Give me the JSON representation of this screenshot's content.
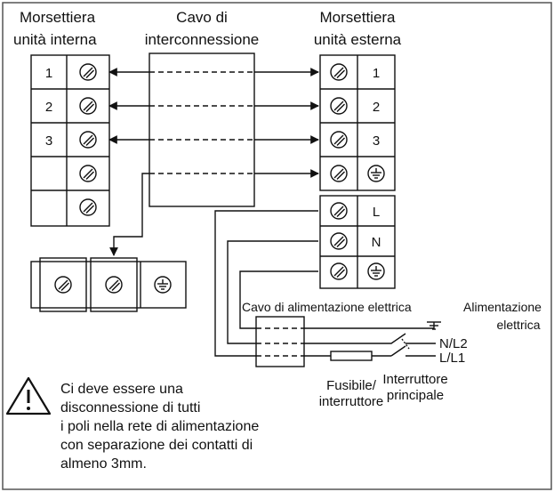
{
  "labels": {
    "indoor_block_line1": "Morsettiera",
    "indoor_block_line2": "unità interna",
    "cable_line1": "Cavo di",
    "cable_line2": "interconnessione",
    "outdoor_block_line1": "Morsettiera",
    "outdoor_block_line2": "unità esterna",
    "power_cable": "Cavo di alimentazione elettrica",
    "power_supply_line1": "Alimentazione",
    "power_supply_line2": "elettrica",
    "nl2": "N/L2",
    "ll1": "L/L1",
    "fuse_line1": "Fusibile/",
    "fuse_line2": "interruttore",
    "main_switch_line1": "Interruttore",
    "main_switch_line2": "principale"
  },
  "indoor_terminals": [
    "1",
    "2",
    "3"
  ],
  "outdoor_terminals": [
    "1",
    "2",
    "3"
  ],
  "power_terminals": [
    "L",
    "N"
  ],
  "warning": {
    "line1": "Ci deve essere una",
    "line2": "disconnessione di tutti",
    "line3": "i poli nella rete di alimentazione",
    "line4": "con separazione dei contatti di",
    "line5": "almeno 3mm."
  },
  "icons": [
    "screw-terminal-icon",
    "ground-icon",
    "warning-triangle-icon"
  ],
  "colors": {
    "line": "#111111",
    "background": "#ffffff",
    "frame": "#555555"
  }
}
